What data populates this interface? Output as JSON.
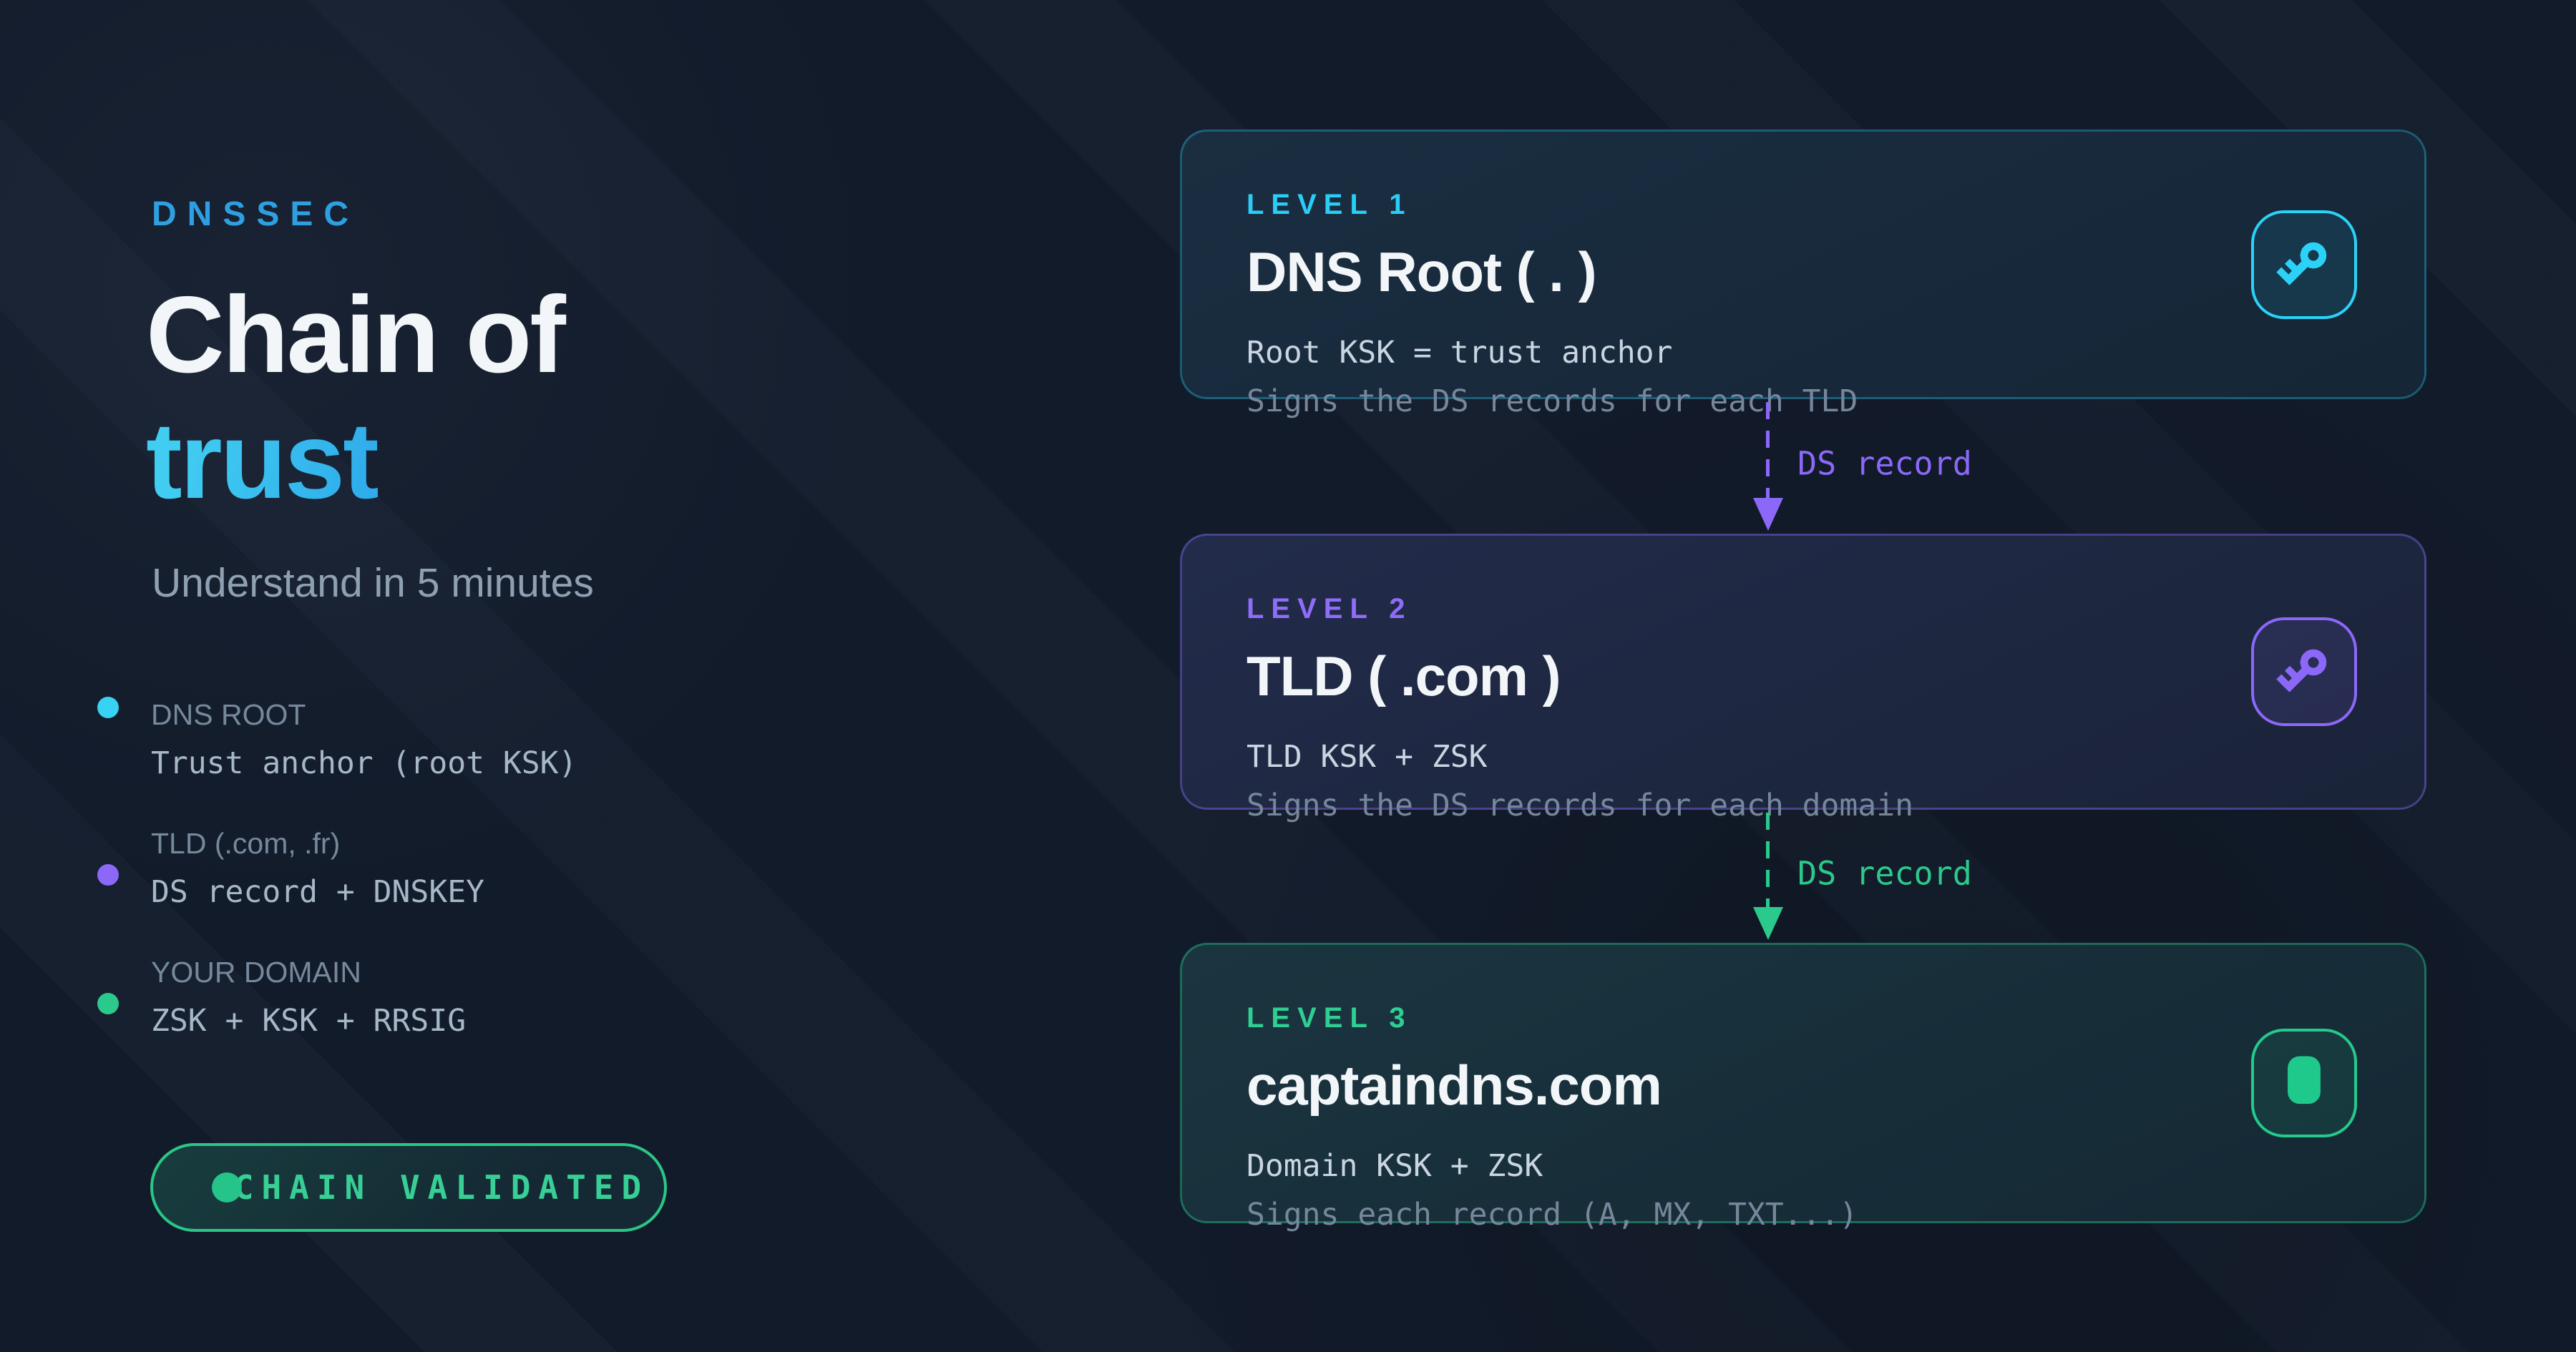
{
  "hero": {
    "kicker": "DNSSEC",
    "title_line1": "Chain of",
    "title_line2": "trust",
    "subtitle": "Understand in 5 minutes",
    "kicker_color": "#2e9fe0",
    "title_gradient": [
      "#41cdf2",
      "#2193e6"
    ]
  },
  "legend": {
    "items": [
      {
        "label": "DNS ROOT",
        "detail": "Trust anchor (root KSK)",
        "dot_color": "#38d2f2"
      },
      {
        "label": "TLD (.com, .fr)",
        "detail": "DS record + DNSKEY",
        "dot_color": "#8b68f8"
      },
      {
        "label": "YOUR DOMAIN",
        "detail": "ZSK + KSK + RRSIG",
        "dot_color": "#2bc98b"
      }
    ]
  },
  "status_badge": {
    "label": "CHAIN VALIDATED",
    "color": "#37cf96",
    "border_color": "#2bc586"
  },
  "chain": {
    "cards": [
      {
        "level": "LEVEL 1",
        "title": "DNS Root ( . )",
        "line1": "Root KSK = trust anchor",
        "line2": "Signs the DS records for each TLD",
        "accent": "#2bd2f7",
        "icon": "key-icon"
      },
      {
        "level": "LEVEL 2",
        "title": "TLD ( .com )",
        "line1": "TLD KSK + ZSK",
        "line2": "Signs the DS records for each domain",
        "accent": "#8b68f8",
        "icon": "key-icon"
      },
      {
        "level": "LEVEL 3",
        "title": "captaindns.com",
        "line1": "Domain KSK + ZSK",
        "line2": "Signs each record (A, MX, TXT...)",
        "accent": "#25c98c",
        "icon": "rounded-square-icon"
      }
    ],
    "arrows": [
      {
        "label": "DS record",
        "color": "#8b68f8"
      },
      {
        "label": "DS record",
        "color": "#2bc98b"
      }
    ]
  }
}
